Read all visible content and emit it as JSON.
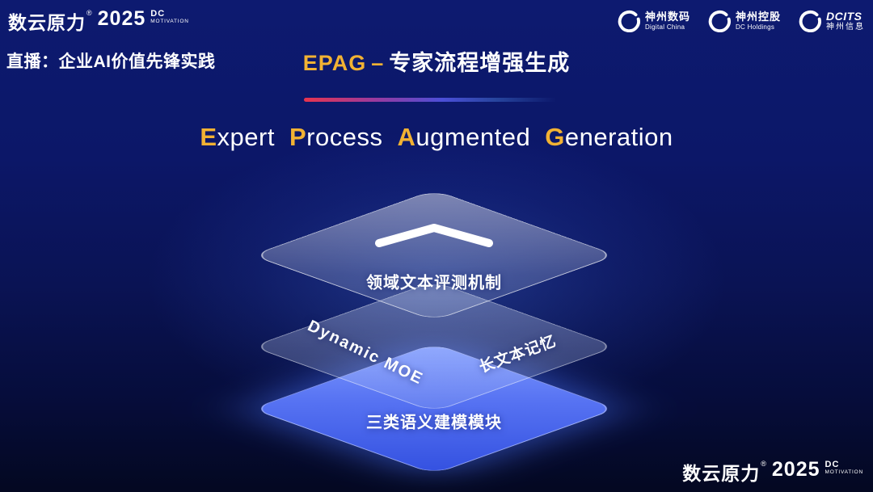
{
  "brand": {
    "name": "数云原力",
    "reg": "®",
    "year": "2025",
    "sub_line1": "DC",
    "sub_line2": "MOTIVATION"
  },
  "header": {
    "live_label": "直播：企业AI价值先锋实践",
    "title_highlight": "EPAG",
    "title_sep": "–",
    "title_rest": "专家流程增强生成",
    "logos": [
      {
        "line1": "神州数码",
        "line2": "Digital China"
      },
      {
        "line1": "神州控股",
        "line2": "DC Holdings"
      },
      {
        "line1": "DCITS",
        "line2": "神州信息"
      }
    ]
  },
  "subtitle": {
    "words": [
      {
        "cap": "E",
        "rest": "xpert"
      },
      {
        "cap": "P",
        "rest": "rocess"
      },
      {
        "cap": "A",
        "rest": "ugmented"
      },
      {
        "cap": "G",
        "rest": "eneration"
      }
    ]
  },
  "diagram": {
    "top_layer_label": "领域文本评测机制",
    "middle_left_label": "Dynamic MOE",
    "middle_right_label": "长文本记忆",
    "bottom_layer_label": "三类语义建模模块"
  },
  "colors": {
    "accent_gold": "#f2b233",
    "bottom_layer_blue": "#4a66f0",
    "divider_red": "#e8344e",
    "background_blue": "#0c1768"
  }
}
